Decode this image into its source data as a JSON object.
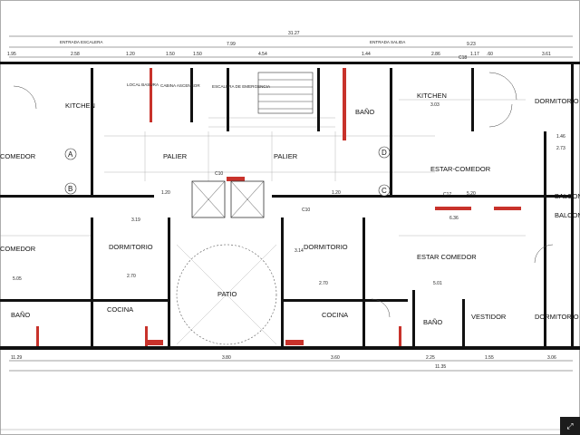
{
  "plan": {
    "top_total": "31.27",
    "top_dims": [
      "7.99",
      "9.23"
    ],
    "mid_dims": [
      "1.95",
      "2.58",
      "1.20",
      "1.50",
      "1.50",
      "4.54",
      "1.44",
      "2.86",
      "1.17",
      ".60",
      "3.61"
    ],
    "bottom_dims": [
      "11.29",
      "3.80",
      "3.60",
      "2.25",
      "1.55",
      "3.06"
    ],
    "bottom_total": "11.35",
    "rooms": [
      {
        "id": "kitchen-left",
        "label": "KITCHEN"
      },
      {
        "id": "local-basura",
        "label": "LOCAL\nBASURA"
      },
      {
        "id": "cabina-ascensor",
        "label": "CABINA\nASCENSOR"
      },
      {
        "id": "escalera",
        "label": "ESCALERA DE\nEMERGENCIA"
      },
      {
        "id": "bano-top",
        "label": "BAÑO"
      },
      {
        "id": "kitchen-right",
        "label": "KITCHEN"
      },
      {
        "id": "dormitorio-top-right",
        "label": "DORMITORIO"
      },
      {
        "id": "comedor-left",
        "label": "COMEDOR"
      },
      {
        "id": "palier-left",
        "label": "PALIER"
      },
      {
        "id": "palier-right",
        "label": "PALIER"
      },
      {
        "id": "estar-comedor-top",
        "label": "ESTAR-COMEDOR"
      },
      {
        "id": "balcon-1",
        "label": "BALCON"
      },
      {
        "id": "balcon-2",
        "label": "BALCON"
      },
      {
        "id": "comedor-left-2",
        "label": "COMEDOR"
      },
      {
        "id": "dormitorio-left",
        "label": "DORMITORIO"
      },
      {
        "id": "patio",
        "label": "PATIO"
      },
      {
        "id": "dormitorio-mid",
        "label": "DORMITORIO"
      },
      {
        "id": "estar-comedor-mid",
        "label": "ESTAR COMEDOR"
      },
      {
        "id": "bano-left",
        "label": "BAÑO"
      },
      {
        "id": "cocina-left",
        "label": "COCINA"
      },
      {
        "id": "cocina-right",
        "label": "COCINA"
      },
      {
        "id": "bano-right",
        "label": "BAÑO"
      },
      {
        "id": "vestidor",
        "label": "VESTIDOR"
      },
      {
        "id": "dormitorio-bottom-right",
        "label": "DORMITORIO"
      }
    ],
    "unit_markers": [
      "A",
      "B",
      "C",
      "D"
    ],
    "misc_labels": [
      "3.03",
      "3.19",
      "3.14",
      "5.05",
      "5.01",
      "6.36",
      "5.20",
      "2.70",
      "2.70",
      "1.20",
      "1.20",
      "C10",
      "C10",
      "C17",
      "C18",
      "1.46",
      "2.73"
    ],
    "notes": [
      "ENTRADA\nESCALERA",
      "ENTRADA\nSALIDA"
    ]
  },
  "ui": {
    "corner_button": "⤢"
  }
}
